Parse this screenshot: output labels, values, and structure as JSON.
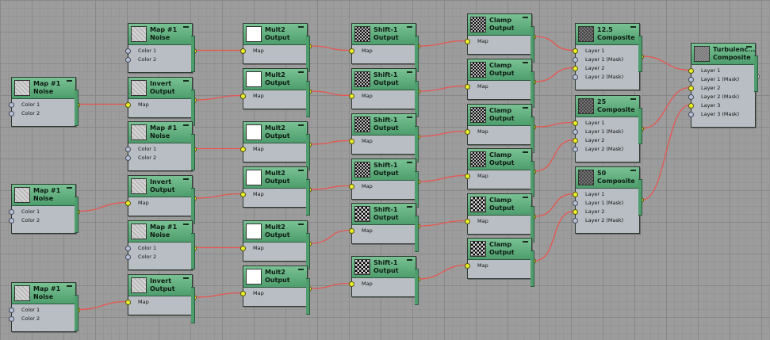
{
  "nodes": {
    "noise_a": {
      "title": "Map #1",
      "subtitle": "Noise",
      "slots": [
        "Color 1",
        "Color 2"
      ],
      "thumb": "noise"
    },
    "noise_b": {
      "title": "Map #1",
      "subtitle": "Noise",
      "slots": [
        "Color 1",
        "Color 2"
      ],
      "thumb": "noise"
    },
    "noise_c": {
      "title": "Map #1",
      "subtitle": "Noise",
      "slots": [
        "Color 1",
        "Color 2"
      ],
      "thumb": "noise"
    },
    "noise_1": {
      "title": "Map #1",
      "subtitle": "Noise",
      "slots": [
        "Color 1",
        "Color 2"
      ],
      "thumb": "noise"
    },
    "invert_1": {
      "title": "Invert",
      "subtitle": "Output",
      "slots": [
        "Map"
      ],
      "thumb": "noise"
    },
    "noise_2": {
      "title": "Map #1",
      "subtitle": "Noise",
      "slots": [
        "Color 1",
        "Color 2"
      ],
      "thumb": "noise"
    },
    "invert_2": {
      "title": "Invert",
      "subtitle": "Output",
      "slots": [
        "Map"
      ],
      "thumb": "noise"
    },
    "noise_3": {
      "title": "Map #1",
      "subtitle": "Noise",
      "slots": [
        "Color 1",
        "Color 2"
      ],
      "thumb": "noise"
    },
    "invert_3": {
      "title": "Invert",
      "subtitle": "Output",
      "slots": [
        "Map"
      ],
      "thumb": "noise"
    },
    "mult_1": {
      "title": "Mult2",
      "subtitle": "Output",
      "slots": [
        "Map"
      ],
      "thumb": "white"
    },
    "mult_2": {
      "title": "Mult2",
      "subtitle": "Output",
      "slots": [
        "Map"
      ],
      "thumb": "white"
    },
    "mult_3": {
      "title": "Mult2",
      "subtitle": "Output",
      "slots": [
        "Map"
      ],
      "thumb": "white"
    },
    "mult_4": {
      "title": "Mult2",
      "subtitle": "Output",
      "slots": [
        "Map"
      ],
      "thumb": "white"
    },
    "mult_5": {
      "title": "Mult2",
      "subtitle": "Output",
      "slots": [
        "Map"
      ],
      "thumb": "white"
    },
    "mult_6": {
      "title": "Mult2",
      "subtitle": "Output",
      "slots": [
        "Map"
      ],
      "thumb": "white"
    },
    "shift_1": {
      "title": "Shift-1",
      "subtitle": "Output",
      "slots": [
        "Map"
      ],
      "thumb": "dark"
    },
    "shift_2": {
      "title": "Shift-1",
      "subtitle": "Output",
      "slots": [
        "Map"
      ],
      "thumb": "dark"
    },
    "shift_3": {
      "title": "Shift-1",
      "subtitle": "Output",
      "slots": [
        "Map"
      ],
      "thumb": "dark"
    },
    "shift_4": {
      "title": "Shift-1",
      "subtitle": "Output",
      "slots": [
        "Map"
      ],
      "thumb": "dark"
    },
    "shift_5": {
      "title": "Shift-1",
      "subtitle": "Output",
      "slots": [
        "Map"
      ],
      "thumb": "speck"
    },
    "shift_6": {
      "title": "Shift-1",
      "subtitle": "Output",
      "slots": [
        "Map"
      ],
      "thumb": "speck"
    },
    "clamp_1": {
      "title": "Clamp",
      "subtitle": "Output",
      "slots": [
        "Map"
      ],
      "thumb": "dark"
    },
    "clamp_2": {
      "title": "Clamp",
      "subtitle": "Output",
      "slots": [
        "Map"
      ],
      "thumb": "dark"
    },
    "clamp_3": {
      "title": "Clamp",
      "subtitle": "Output",
      "slots": [
        "Map"
      ],
      "thumb": "dark"
    },
    "clamp_4": {
      "title": "Clamp",
      "subtitle": "Output",
      "slots": [
        "Map"
      ],
      "thumb": "dark"
    },
    "clamp_5": {
      "title": "Clamp",
      "subtitle": "Output",
      "slots": [
        "Map"
      ],
      "thumb": "speck"
    },
    "clamp_6": {
      "title": "Clamp",
      "subtitle": "Output",
      "slots": [
        "Map"
      ],
      "thumb": "speck"
    },
    "comp_1": {
      "title": "12.5",
      "subtitle": "Composite",
      "slots": [
        "Layer 1",
        "Layer 1 (Mask)",
        "Layer 2",
        "Layer 2 (Mask)"
      ],
      "thumb": "gray"
    },
    "comp_2": {
      "title": "25",
      "subtitle": "Composite",
      "slots": [
        "Layer 1",
        "Layer 1 (Mask)",
        "Layer 2",
        "Layer 2 (Mask)"
      ],
      "thumb": "gray"
    },
    "comp_3": {
      "title": "50",
      "subtitle": "Composite",
      "slots": [
        "Layer 1",
        "Layer 1 (Mask)",
        "Layer 2",
        "Layer 2 (Mask)"
      ],
      "thumb": "gray"
    },
    "turb": {
      "title": "Turbulenc...",
      "subtitle": "Composite",
      "slots": [
        "Layer 1",
        "Layer 1 (Mask)",
        "Layer 2",
        "Layer 2 (Mask)",
        "Layer 3",
        "Layer 3 (Mask)"
      ],
      "thumb": "turb"
    }
  },
  "colors": {
    "wire": "#e8554f",
    "header": "#5aaa79",
    "socket_active": "#ecef2a",
    "socket_empty": "#b8c2d8",
    "canvas": "#9c9c9c"
  },
  "icons": {
    "minimize": "minimize-icon",
    "thumbnail": "map-thumbnail-icon"
  }
}
